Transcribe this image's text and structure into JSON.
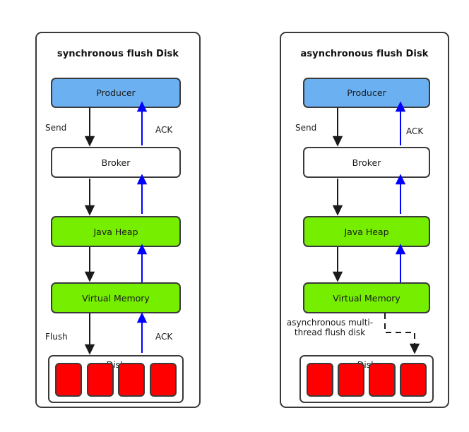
{
  "diagram": {
    "title_left": "synchronous flush Disk",
    "title_right": "asynchronous flush Disk",
    "colors": {
      "producer": "#6BB1F2",
      "broker": "#FFFFFF",
      "memory": "#76EE00",
      "disk_cell": "#FF0000",
      "ack_arrow": "#0000FF",
      "flow_arrow": "#1a1a1a",
      "stroke": "#3a3a3a"
    }
  },
  "panels": [
    {
      "id": "synchronous",
      "title": "synchronous flush Disk",
      "nodes": [
        {
          "key": "producer",
          "label": "Producer",
          "fill": "blue"
        },
        {
          "key": "broker",
          "label": "Broker",
          "fill": "white"
        },
        {
          "key": "javaheap",
          "label": "Java Heap",
          "fill": "green"
        },
        {
          "key": "vmemory",
          "label": "Virtual Memory",
          "fill": "green"
        }
      ],
      "disk": {
        "label": "Disk",
        "cells": [
          "cell-1",
          "cell-2",
          "cell-3",
          "cell-4"
        ]
      },
      "edge_labels": {
        "send": "Send",
        "ack_top": "ACK",
        "flush": "Flush",
        "ack_bottom": "ACK"
      }
    },
    {
      "id": "asynchronous",
      "title": "asynchronous flush Disk",
      "nodes": [
        {
          "key": "producer",
          "label": "Producer",
          "fill": "blue"
        },
        {
          "key": "broker",
          "label": "Broker",
          "fill": "white"
        },
        {
          "key": "javaheap",
          "label": "Java Heap",
          "fill": "green"
        },
        {
          "key": "vmemory",
          "label": "Virtual Memory",
          "fill": "green"
        }
      ],
      "disk": {
        "label": "Disk",
        "cells": [
          "cell-1",
          "cell-2",
          "cell-3",
          "cell-4"
        ]
      },
      "edge_labels": {
        "send": "Send",
        "ack_top": "ACK",
        "async_flush": "asynchronous multi-thread flush disk"
      }
    }
  ]
}
